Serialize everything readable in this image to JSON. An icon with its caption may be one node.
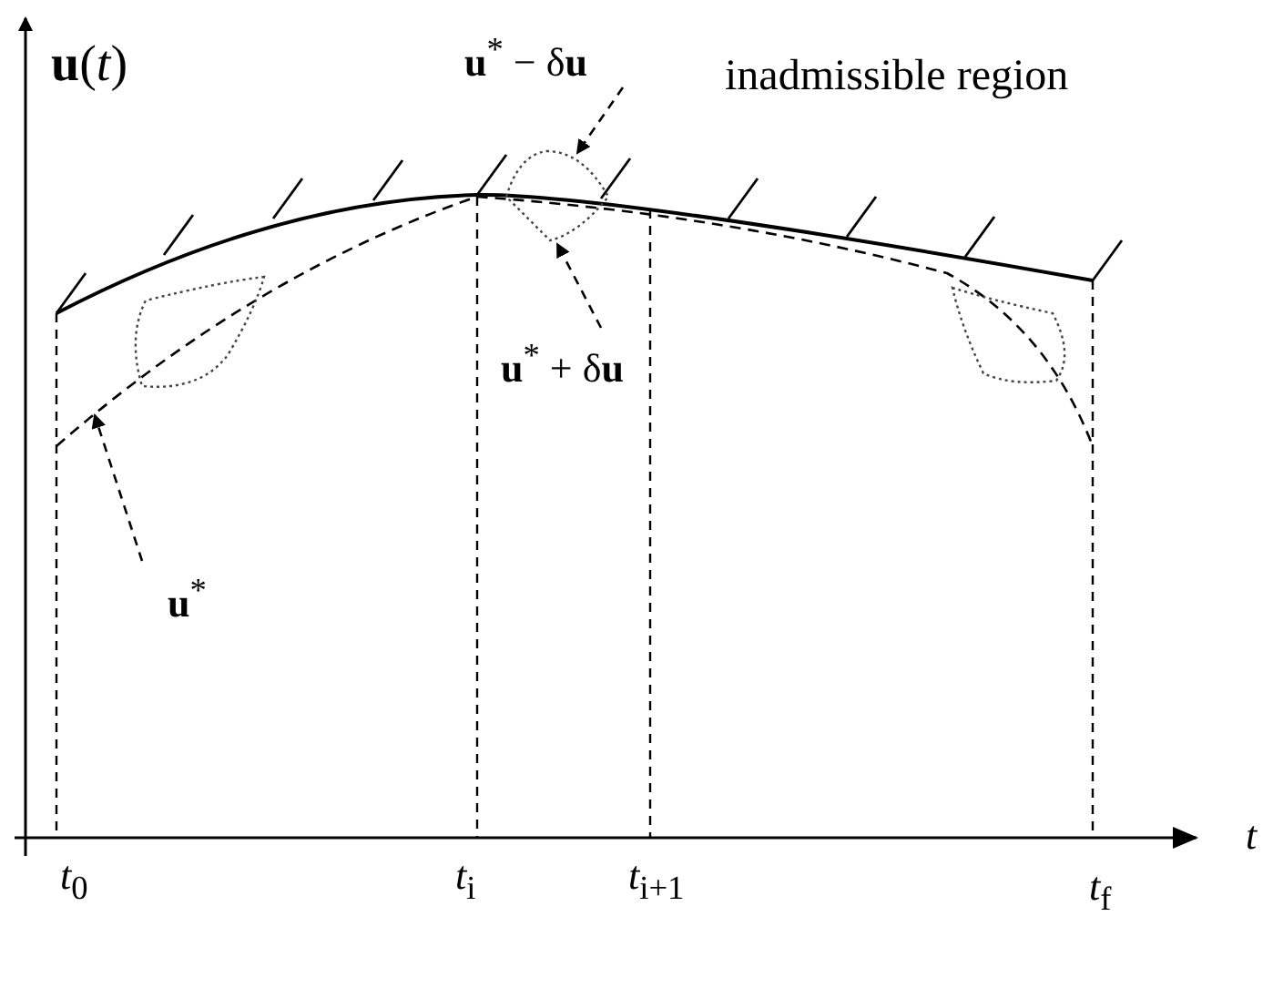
{
  "diagram": {
    "nodes": [
      {
        "text": [
          "**u**$^{*}$ − δ**u**"
        ]
      },
      {
        "text": [],
        "shape": "circle"
      },
      {
        "text": [
          "**u**$^{*}$ + δ**u**"
        ]
      },
      {
        "text": [
          "**u**$^{*}$"
        ]
      },
      {
        "text": [],
        "shape": "circle"
      },
      {
        "text": [],
        "shape": "circle"
      }
    ],
    "edges": [
      {
        "from": 0,
        "to": 1,
        "arrow": "to",
        "style": "dashed"
      },
      {
        "from": 2,
        "to": 1,
        "arrow": "to",
        "style": "dashed"
      },
      {
        "from": 3,
        "to": null,
        "arrow": "to",
        "style": "dashed"
      }
    ],
    "labels": [
      "**u**(*t*)",
      "inadmissible region",
      "*t*",
      "*t*$_{0}$",
      "*t*$_{i}$",
      "*t*$_{i+1}$",
      "*t*$_{f}$"
    ]
  }
}
